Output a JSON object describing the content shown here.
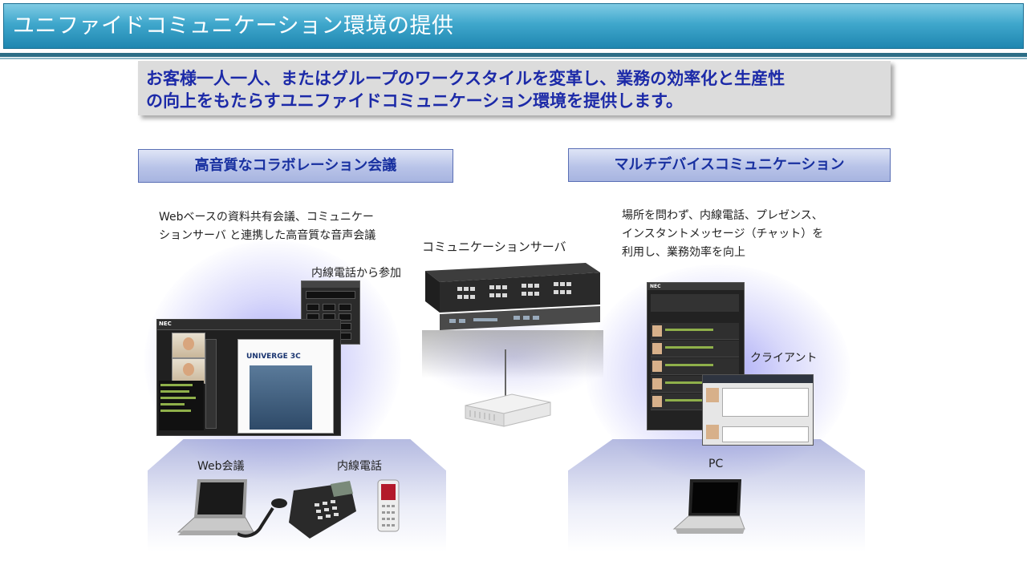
{
  "title": "ユニファイドコミュニケーション環境の提供",
  "headline": {
    "line1": "お客様一人一人、またはグループのワークスタイルを変革し、業務の効率化と生産性",
    "line2": "の向上をもたらすユニファイドコミュニケーション環境を提供します。"
  },
  "sections": {
    "left": {
      "heading": "高音質なコラボレーション会議",
      "desc_line1": "Webベースの資料共有会議、コミュニケー",
      "desc_line2": "ションサーバ と連携した高音質な音声会議",
      "extension_join": "内線電話から参加"
    },
    "right": {
      "heading": "マルチデバイスコミュニケーション",
      "desc_line1": "場所を問わず、内線電話、プレゼンス、",
      "desc_line2": "インスタントメッセージ（チャット）を",
      "desc_line3": "利用し、業務効率を向上",
      "client": "クライアント"
    }
  },
  "server_label": "コミュニケーションサーバ",
  "devices": {
    "web_conference": "Web会議",
    "extension_phone": "内線電話",
    "pc": "PC"
  },
  "screens": {
    "web_conf_logo": "NEC",
    "doc_brand": "UNIVERGE 3C",
    "client_logo": "NEC"
  },
  "colors": {
    "title_bar": "#3fa7cc",
    "headline_text": "#1c2aa8",
    "section_header_text": "#1830a0",
    "glow": "#5a5aeb"
  }
}
